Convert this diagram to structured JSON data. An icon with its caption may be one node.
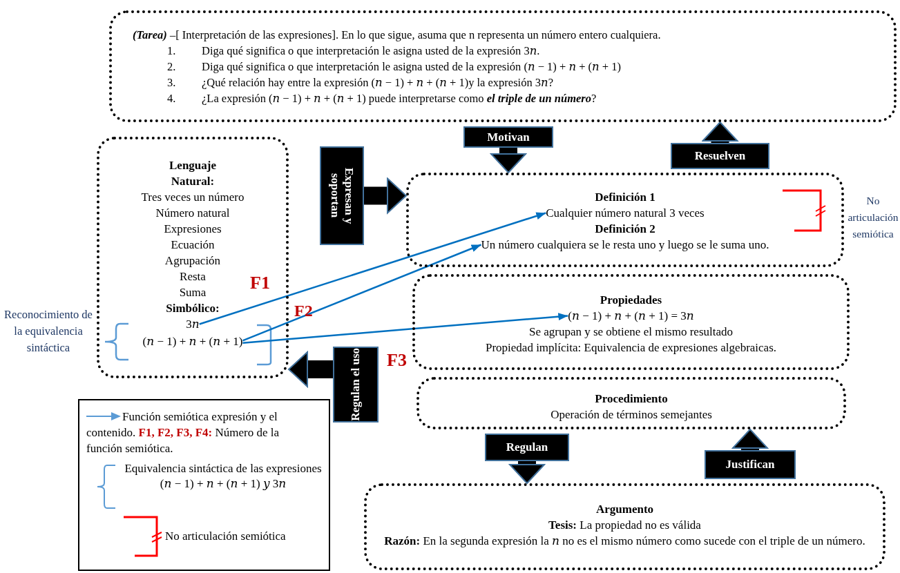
{
  "diagram": {
    "nodes": [
      {
        "text": [
          "**(Tarea)** –[ Interpretación de las expresiones]. En lo que sigue, asuma que n representa un número entero cualquiera.",
          "1.",
          "Diga qué significa o que interpretación le asigna usted de la expresión 3𝑛.",
          "2.",
          "Diga qué significa o que interpretación le asigna usted de la expresión (𝑛 − 1) + 𝑛 + (𝑛 + 1)",
          "3.",
          "¿Qué relación hay entre la expresión (𝑛 − 1) + 𝑛 + (𝑛 + 1)y la expresión 3𝑛?",
          "4.",
          "¿La expresión (𝑛 − 1) + 𝑛 + (𝑛 + 1) puede interpretarse como **el triple de un número**?"
        ]
      },
      {
        "text": [
          "Lenguaje Natural:",
          "Tres veces un número",
          "Número natural",
          "Expresiones",
          "Ecuación",
          "Agrupación",
          "Resta",
          "Suma",
          "Simbólico:"
        ]
      },
      {
        "text": [
          "3𝑛"
        ],
        "in": 1
      },
      {
        "text": [
          "(𝑛 − 1) + 𝑛 + (𝑛 + 1)"
        ],
        "in": 1
      },
      {
        "text": [
          "Expresan y soportan"
        ]
      },
      {
        "text": [
          "Motivan"
        ]
      },
      {
        "text": [
          "Resuelven"
        ]
      },
      {
        "text": [
          "Definición 1",
          "Definición 2"
        ]
      },
      {
        "text": [
          "Cualquier número natural 3 veces"
        ],
        "in": 7
      },
      {
        "text": [
          "Un número cualquiera se le resta uno y luego se le suma uno."
        ],
        "in": 7
      },
      {
        "text": [
          "Regulan el uso"
        ]
      },
      {
        "text": [
          "Propiedades",
          "Se agrupan y se obtiene el mismo resultado",
          "Propiedad implícita: Equivalencia de expresiones algebraicas."
        ]
      },
      {
        "text": [
          "(𝑛 − 1) + 𝑛 + (𝑛 + 1) = 3𝑛"
        ],
        "in": 11
      },
      {
        "text": [
          "Procedimiento",
          "Operación de términos semejantes"
        ]
      },
      {
        "text": [
          "Regulan"
        ]
      },
      {
        "text": [
          "Justifican"
        ]
      },
      {
        "text": [
          "Argumento",
          "**Tesis:** La propiedad no es válida",
          "**Razón:** En la segunda expresión la 𝑛 no es el mismo número como sucede con el triple de un número."
        ]
      }
    ],
    "edges": [
      {
        "from": 2,
        "to": 8,
        "arrow": "to",
        "color": "#0070c0"
      },
      {
        "from": 3,
        "to": 9,
        "arrow": "to",
        "color": "#0070c0"
      },
      {
        "from": 3,
        "to": 12,
        "arrow": "to",
        "color": "#0070c0"
      },
      {
        "from": 4,
        "to": 7,
        "arrow": "to"
      },
      {
        "from": 5,
        "to": 7,
        "arrow": "to"
      },
      {
        "from": 6,
        "to": 0,
        "arrow": "to"
      },
      {
        "from": 10,
        "to": 1,
        "arrow": "to"
      },
      {
        "from": 14,
        "to": 16,
        "arrow": "to"
      },
      {
        "from": 15,
        "to": 13,
        "arrow": "to"
      }
    ],
    "labels": [
      "Reconocimiento de la equivalencia sintáctica",
      "F1",
      "F2",
      "F3",
      "No articulación semiótica"
    ],
    "legend": [
      {
        "text": "Función semiótica expresión y el contenido. **F1, F2, F3, F4:** Número de la función semiótica."
      },
      {
        "text": "Equivalencia sintáctica de las expresiones (𝑛 − 1) + 𝑛 + (𝑛 + 1) 𝑦 3𝑛"
      },
      {
        "text": "No articulación semiótica"
      }
    ]
  }
}
